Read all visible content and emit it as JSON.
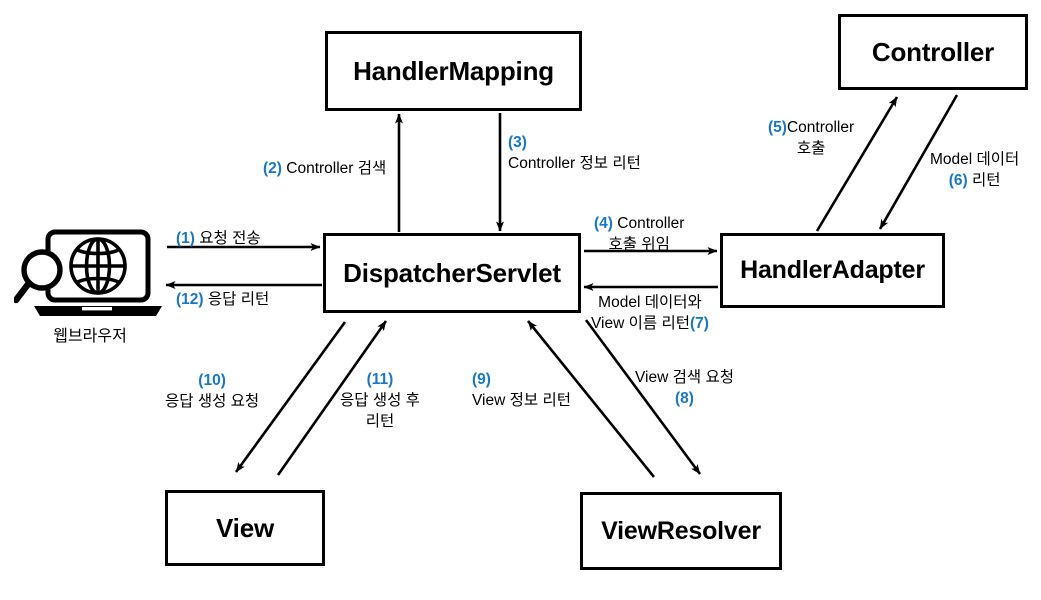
{
  "diagram": {
    "title": "Spring MVC DispatcherServlet request flow",
    "accent_color": "#1878c4",
    "line_color": "#000000",
    "background": "#ffffff"
  },
  "nodes": {
    "handler_mapping": "HandlerMapping",
    "controller": "Controller",
    "dispatcher_servlet": "DispatcherServlet",
    "handler_adapter": "HandlerAdapter",
    "view": "View",
    "view_resolver": "ViewResolver",
    "browser_caption": "웹브라우저"
  },
  "edges": [
    {
      "id": 1,
      "num": "(1)",
      "text": "요청 전송",
      "from": "웹브라우저",
      "to": "DispatcherServlet",
      "line1": "요청 전송",
      "line2": ""
    },
    {
      "id": 2,
      "num": "(2)",
      "text": "Controller 검색",
      "from": "DispatcherServlet",
      "to": "HandlerMapping",
      "line1": "Controller 검색",
      "line2": ""
    },
    {
      "id": 3,
      "num": "(3)",
      "text": "Controller 정보 리턴",
      "from": "HandlerMapping",
      "to": "DispatcherServlet",
      "line1": "Controller 정보 리턴",
      "line2": ""
    },
    {
      "id": 4,
      "num": "(4)",
      "text": "Controller 호출 위임",
      "from": "DispatcherServlet",
      "to": "HandlerAdapter",
      "line1": "Controller",
      "line2": "호출 위임"
    },
    {
      "id": 5,
      "num": "(5)",
      "text": "Controller 호출",
      "from": "HandlerAdapter",
      "to": "Controller",
      "line1": "Controller",
      "line2": "호출"
    },
    {
      "id": 6,
      "num": "(6)",
      "text": "Model 데이터 리턴",
      "from": "Controller",
      "to": "HandlerAdapter",
      "line1": "Model 데이터",
      "line2": "리턴"
    },
    {
      "id": 7,
      "num": "(7)",
      "text": "Model 데이터와 View 이름 리턴",
      "from": "HandlerAdapter",
      "to": "DispatcherServlet",
      "line1": "Model 데이터와",
      "line2": "View 이름 리턴"
    },
    {
      "id": 8,
      "num": "(8)",
      "text": "View 검색 요청",
      "from": "DispatcherServlet",
      "to": "ViewResolver",
      "line1": "View 검색 요청",
      "line2": ""
    },
    {
      "id": 9,
      "num": "(9)",
      "text": "View 정보 리턴",
      "from": "ViewResolver",
      "to": "DispatcherServlet",
      "line1": "View 정보 리턴",
      "line2": ""
    },
    {
      "id": 10,
      "num": "(10)",
      "text": "응답 생성 요청",
      "from": "DispatcherServlet",
      "to": "View",
      "line1": "응답 생성 요청",
      "line2": ""
    },
    {
      "id": 11,
      "num": "(11)",
      "text": "응답 생성 후 리턴",
      "from": "View",
      "to": "DispatcherServlet",
      "line1": "응답 생성 후",
      "line2": "리턴"
    },
    {
      "id": 12,
      "num": "(12)",
      "text": "응답 리턴",
      "from": "DispatcherServlet",
      "to": "웹브라우저",
      "line1": "응답 리턴",
      "line2": ""
    }
  ]
}
